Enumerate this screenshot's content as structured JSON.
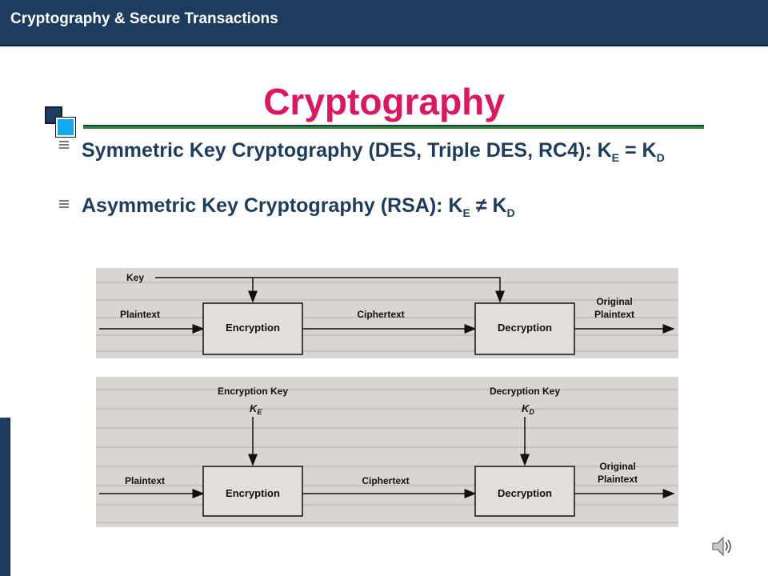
{
  "header": {
    "title": "Cryptography & Secure Transactions"
  },
  "slide": {
    "title": "Cryptography"
  },
  "bullets": [
    {
      "text": "Symmetric Key Cryptography (DES, Triple DES, RC4): K",
      "sub1": "E",
      "mid": " = K",
      "sub2": "D"
    },
    {
      "text": "Asymmetric Key Cryptography (RSA): K",
      "sub1": "E",
      "mid": " ≠ K",
      "sub2": "D"
    }
  ],
  "diagram_top": {
    "key": "Key",
    "plaintext": "Plaintext",
    "encryption": "Encryption",
    "ciphertext": "Ciphertext",
    "decryption": "Decryption",
    "original": "Original",
    "original_plaintext": "Plaintext"
  },
  "diagram_bottom": {
    "enc_key": "Encryption Key",
    "ke": "K",
    "ke_sub": "E",
    "dec_key": "Decryption Key",
    "kd": "K",
    "kd_sub": "D",
    "plaintext": "Plaintext",
    "encryption": "Encryption",
    "ciphertext": "Ciphertext",
    "decryption": "Decryption",
    "original": "Original",
    "original_plaintext": "Plaintext"
  },
  "icons": {
    "speaker": "speaker-icon"
  }
}
